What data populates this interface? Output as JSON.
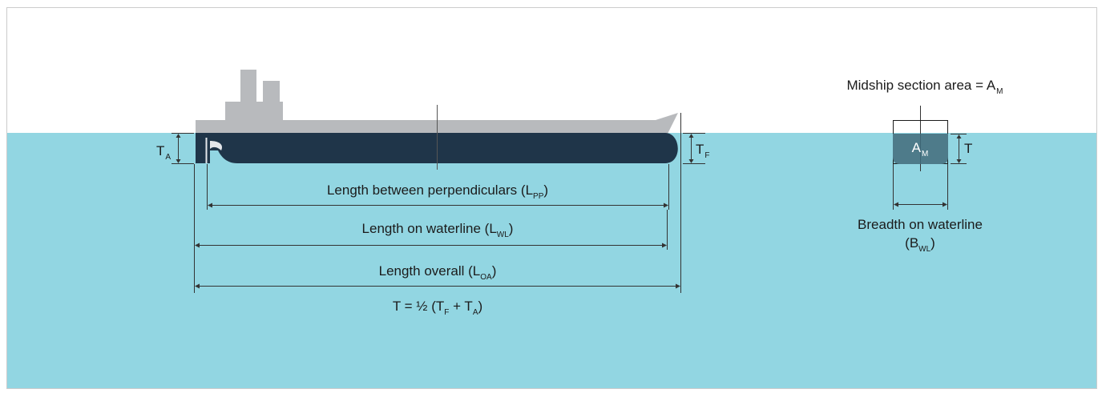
{
  "colors": {
    "water": "#92d6e2",
    "hull": "#1f3549",
    "superstructure": "#b8babd",
    "section_fill": "#4e7b8a",
    "dimension_line": "#333333",
    "frame": "#cccccc"
  },
  "labels": {
    "draught_aft": {
      "main": "T",
      "sub": "A"
    },
    "draught_fwd": {
      "main": "T",
      "sub": "F"
    },
    "lpp": {
      "text": "Length between perpendiculars (L",
      "sub": "PP",
      "close": ")"
    },
    "lwl": {
      "text": "Length on waterline (L",
      "sub": "WL",
      "close": ")"
    },
    "loa": {
      "text": "Length overall (L",
      "sub": "OA",
      "close": ")"
    },
    "mean_draught": {
      "part1": "T = ½ (T",
      "sub1": "F",
      "part2": " + T",
      "sub2": "A",
      "close": ")"
    },
    "midship_title": {
      "text": "Midship section area = A",
      "sub": "M"
    },
    "section_area": {
      "main": "A",
      "sub": "M"
    },
    "section_draught": "T",
    "breadth_line1": "Breadth on waterline",
    "breadth_line2": {
      "open": "(B",
      "sub": "WL",
      "close": ")"
    }
  }
}
